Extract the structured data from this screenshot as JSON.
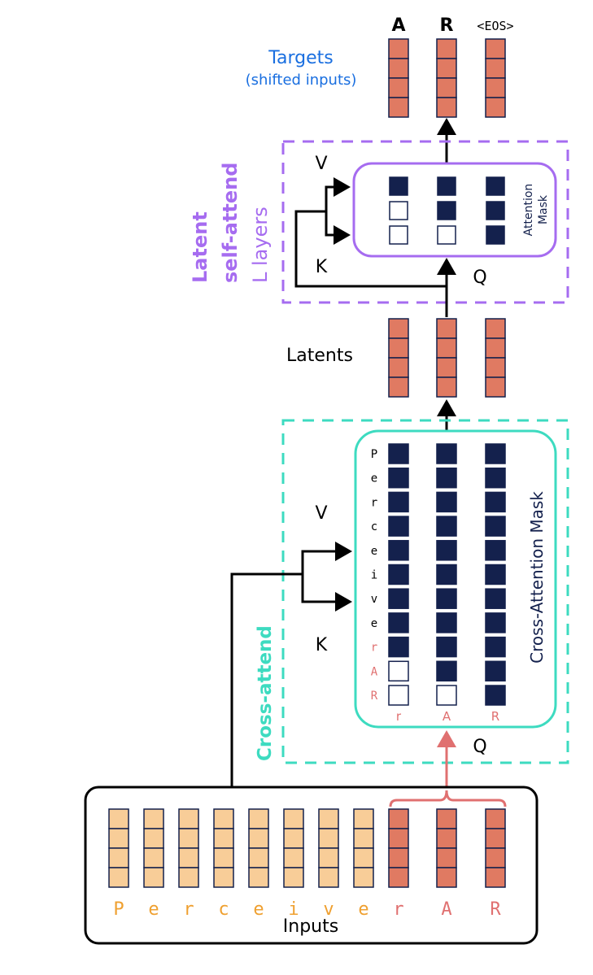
{
  "colors": {
    "target_cell": "#E07A62",
    "input_cell": "#F8CD98",
    "mask_filled": "#14214D",
    "cross_attend": "#3DDBC0",
    "self_attend": "#A66CF0",
    "targets_text": "#1A6FE0",
    "input_letter": "#EFA030",
    "query_letter": "#E07070",
    "line": "#000000"
  },
  "targets": {
    "title": "Targets",
    "subtitle": "(shifted inputs)",
    "labels": [
      "A",
      "R",
      "<EOS>"
    ]
  },
  "self_attend": {
    "label_line1": "Latent",
    "label_line2": "self-attend",
    "label_line3": "L layers",
    "mask_title": "Attention Mask",
    "mask_line1": "Attention",
    "mask_line2": "Mask",
    "v_label": "V",
    "k_label": "K",
    "q_label": "Q",
    "mask": [
      [
        1,
        1,
        1
      ],
      [
        0,
        1,
        1
      ],
      [
        0,
        0,
        1
      ]
    ]
  },
  "latents": {
    "label": "Latents"
  },
  "cross_attend": {
    "label": "Cross-attend",
    "mask_title": "Cross-Attention Mask",
    "v_label": "V",
    "k_label": "K",
    "q_label": "Q",
    "row_labels": [
      "P",
      "e",
      "r",
      "c",
      "e",
      "i",
      "v",
      "e",
      "r",
      "A",
      "R"
    ],
    "column_labels": [
      "r",
      "A",
      "R"
    ],
    "mask": [
      [
        1,
        1,
        1
      ],
      [
        1,
        1,
        1
      ],
      [
        1,
        1,
        1
      ],
      [
        1,
        1,
        1
      ],
      [
        1,
        1,
        1
      ],
      [
        1,
        1,
        1
      ],
      [
        1,
        1,
        1
      ],
      [
        1,
        1,
        1
      ],
      [
        1,
        1,
        1
      ],
      [
        0,
        1,
        1
      ],
      [
        0,
        0,
        1
      ]
    ]
  },
  "inputs": {
    "label": "Inputs",
    "tokens": [
      "P",
      "e",
      "r",
      "c",
      "e",
      "i",
      "v",
      "e",
      "r",
      "A",
      "R"
    ],
    "query_token_count": 3
  }
}
